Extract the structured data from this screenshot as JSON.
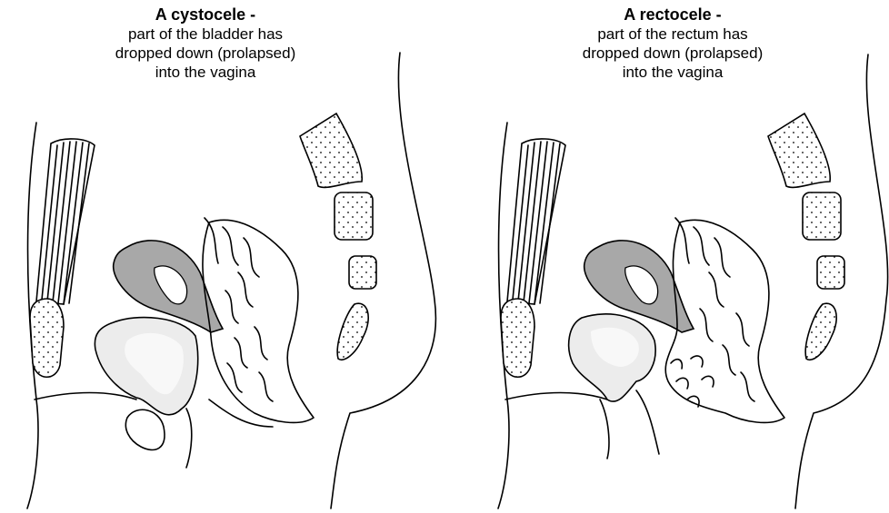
{
  "panels": [
    {
      "title": "A cystocele -",
      "lines": [
        "part of the bladder has",
        "dropped down (prolapsed)",
        "into the vagina"
      ]
    },
    {
      "title": "A rectocele -",
      "lines": [
        "part of the rectum has",
        "dropped down (prolapsed)",
        "into the vagina"
      ]
    }
  ],
  "colors": {
    "uterus": "#a8a8a8",
    "bladder": "#ececec",
    "bladder_inner": "#f8f8f8",
    "outline": "#000000",
    "background": "#ffffff"
  }
}
